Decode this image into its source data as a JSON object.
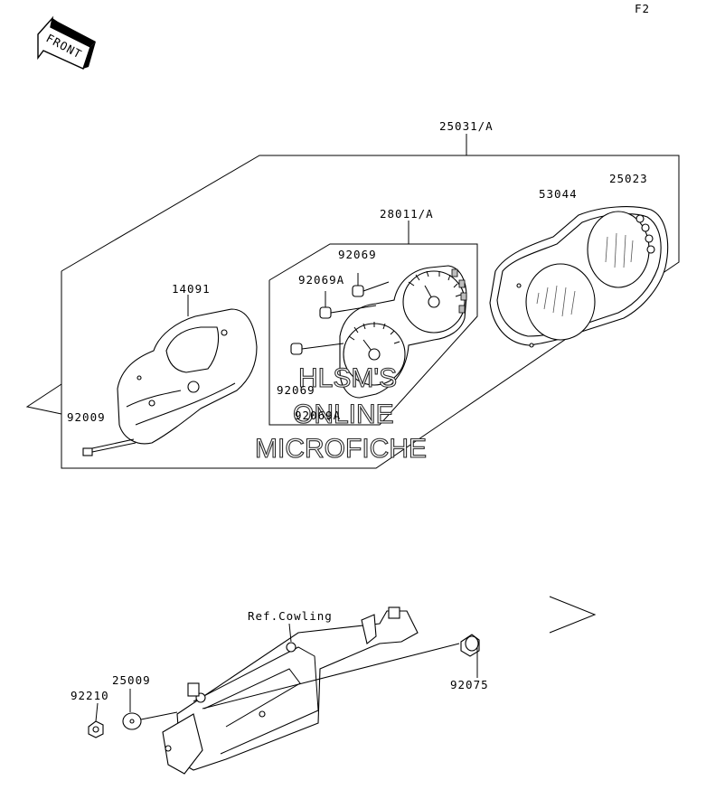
{
  "diagram": {
    "page_code": "F2",
    "front_arrow_text": "FRONT",
    "watermark": {
      "line1": "HLSM'S",
      "line2": "ONLINE",
      "line3": "MICROFICHE"
    },
    "parts": {
      "p25031": "25031/A",
      "p25023": "25023",
      "p53044": "53044",
      "p28011": "28011/A",
      "p92069_top": "92069",
      "p92069A_top": "92069A",
      "p14091": "14091",
      "p92009": "92009",
      "p92069_mid": "92069",
      "p92069A_mid": "92069A",
      "ref_cowling": "Ref.Cowling",
      "p92075": "92075",
      "p92210": "92210",
      "p25009": "25009"
    }
  }
}
